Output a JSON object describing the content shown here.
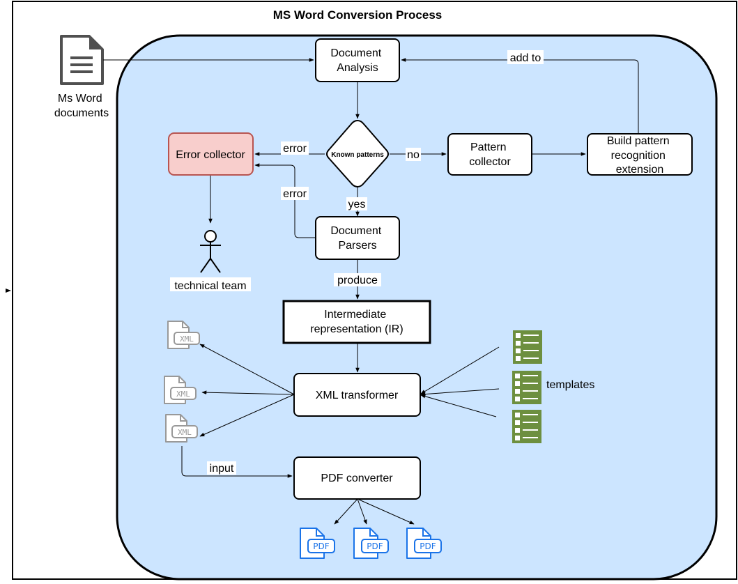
{
  "title": "MS Word Conversion Process",
  "nodes": {
    "ms_word": [
      "Ms Word",
      "documents"
    ],
    "document_analysis": [
      "Document",
      "Analysis"
    ],
    "known_patterns": "Known patterns",
    "pattern_collector": [
      "Pattern",
      "collector"
    ],
    "build_pattern": [
      "Build pattern",
      "recognition",
      "extension"
    ],
    "error_collector": "Error collector",
    "technical_team": "technical team",
    "document_parsers": [
      "Document",
      "Parsers"
    ],
    "ir": [
      "Intermediate",
      "representation (IR)"
    ],
    "xml_transformer": "XML transformer",
    "templates": "templates",
    "pdf_converter": "PDF converter"
  },
  "edge_labels": {
    "add_to": "add to",
    "error_1": "error",
    "no": "no",
    "error_2": "error",
    "yes": "yes",
    "produce": "produce",
    "input": "input"
  },
  "icon_labels": {
    "xml": "XML",
    "pdf": "PDF"
  },
  "colors": {
    "container_fill": "#cce5ff",
    "error_fill": "#f8cecc",
    "error_stroke": "#b85450",
    "template_green": "#6d8f3f",
    "xml_gray": "#999999",
    "pdf_blue": "#1a73e8"
  }
}
